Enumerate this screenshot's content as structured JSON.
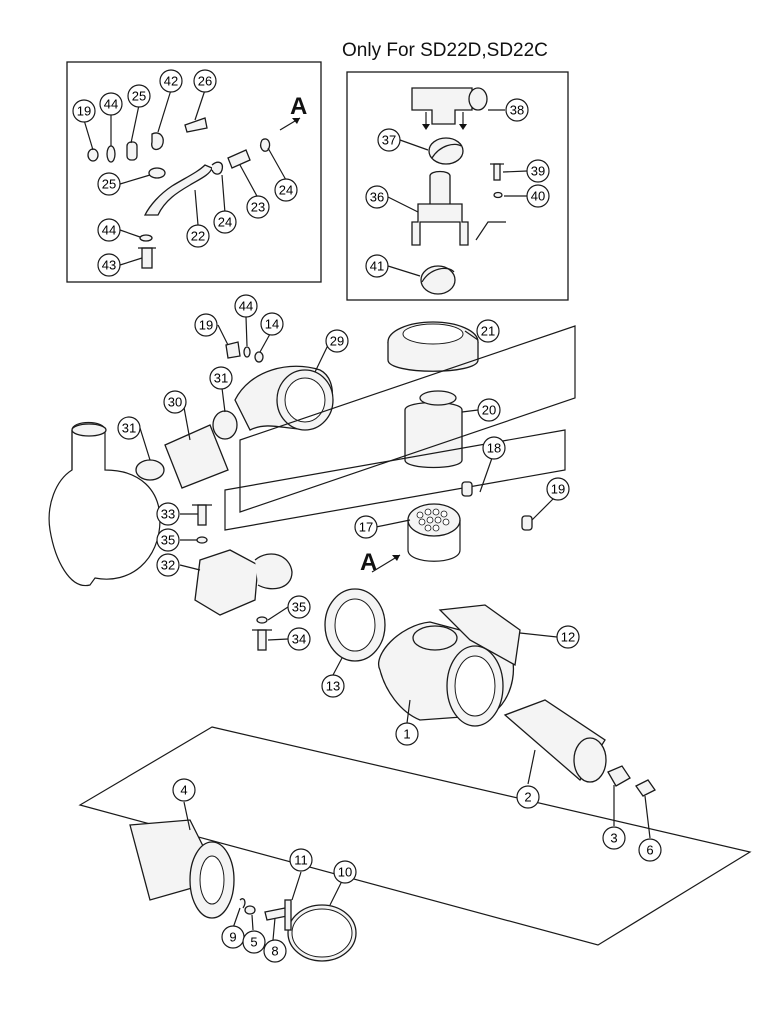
{
  "caption": "Only For SD22D,SD22C",
  "view_letter": "A",
  "callouts": {
    "n1": "1",
    "n2": "2",
    "n3": "3",
    "n4": "4",
    "n5": "5",
    "n6": "6",
    "n8": "8",
    "n9": "9",
    "n10": "10",
    "n11": "11",
    "n12": "12",
    "n13": "13",
    "n14": "14",
    "n17": "17",
    "n18": "18",
    "n19a": "19",
    "n19b": "19",
    "n19c": "19",
    "n20": "20",
    "n21": "21",
    "n22": "22",
    "n23": "23",
    "n24a": "24",
    "n24b": "24",
    "n25a": "25",
    "n25b": "25",
    "n26": "26",
    "n29": "29",
    "n30": "30",
    "n31a": "31",
    "n31b": "31",
    "n32": "32",
    "n33": "33",
    "n34": "34",
    "n35a": "35",
    "n35b": "35",
    "n36": "36",
    "n37": "37",
    "n38": "38",
    "n39": "39",
    "n40": "40",
    "n41": "41",
    "n42": "42",
    "n43": "43",
    "n44a": "44",
    "n44b": "44",
    "n44c": "44"
  }
}
